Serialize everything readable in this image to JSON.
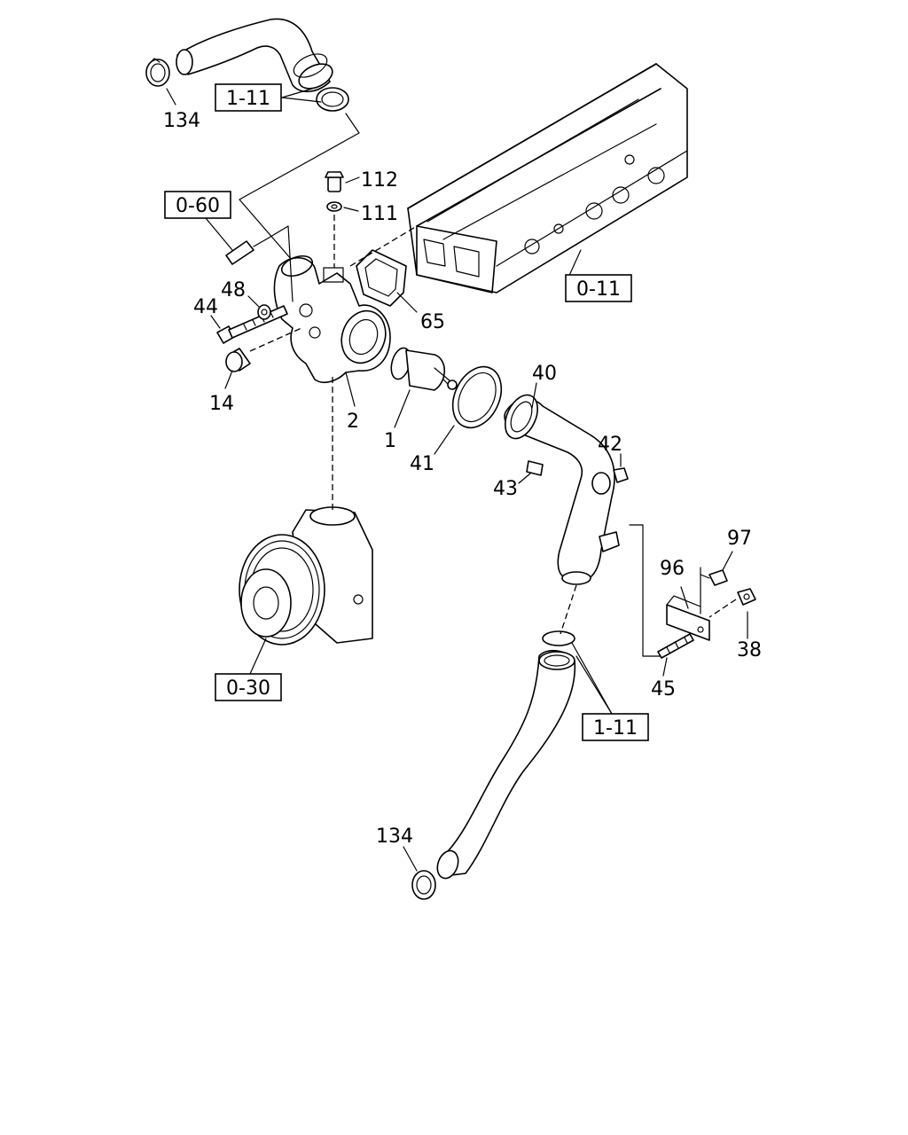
{
  "callouts": {
    "c134_top": "134",
    "c112": "112",
    "c111": "111",
    "c48": "48",
    "c44": "44",
    "c14": "14",
    "c65": "65",
    "c2": "2",
    "c1": "1",
    "c40": "40",
    "c42": "42",
    "c41": "41",
    "c43": "43",
    "c97": "97",
    "c96": "96",
    "c38": "38",
    "c45": "45",
    "c134_bottom": "134"
  },
  "references": {
    "r_1_11_top": "1-11",
    "r_0_60": "0-60",
    "r_0_11": "0-11",
    "r_0_30": "0-30",
    "r_1_11_bottom": "1-11"
  }
}
